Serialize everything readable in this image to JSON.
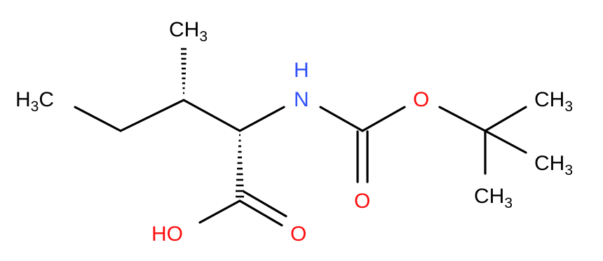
{
  "molecule": {
    "atoms": {
      "ch3_top": {
        "main": "CH",
        "sub": "3",
        "suffix": ""
      },
      "ch3_left": {
        "prefix": "H",
        "sub": "3",
        "main": "C"
      },
      "nh": "H",
      "n": "N",
      "o_ester": "O",
      "o_carbamate": "O",
      "ch3_a": {
        "main": "CH",
        "sub": "3"
      },
      "ch3_b": {
        "main": "CH",
        "sub": "3"
      },
      "ch3_c": {
        "main": "CH",
        "sub": "3"
      },
      "oh": "HO",
      "o_acid": "O"
    },
    "colors": {
      "carbon": "#000000",
      "nitrogen": "#3050F8",
      "oxygen": "#FF0D0D"
    }
  }
}
